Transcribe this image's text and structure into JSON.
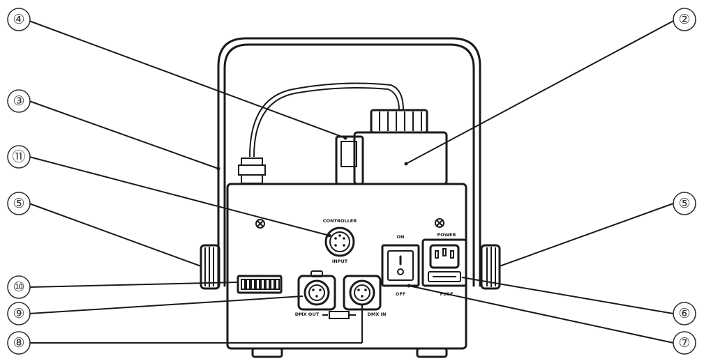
{
  "callouts": {
    "c1": "④",
    "c2": "②",
    "c3": "③",
    "c4": "⑪",
    "c5": "⑤",
    "c6": "⑤",
    "c7": "⑩",
    "c8": "⑨",
    "c9": "⑧",
    "c10": "⑥",
    "c11": "⑦"
  },
  "panel_labels": {
    "controller": "CONTROLLER",
    "input": "INPUT",
    "power": "POWER",
    "on": "ON",
    "off": "OFF",
    "fuse": "FUSE",
    "dmx_out": "DMX OUT",
    "dmx_in": "DMX IN"
  }
}
